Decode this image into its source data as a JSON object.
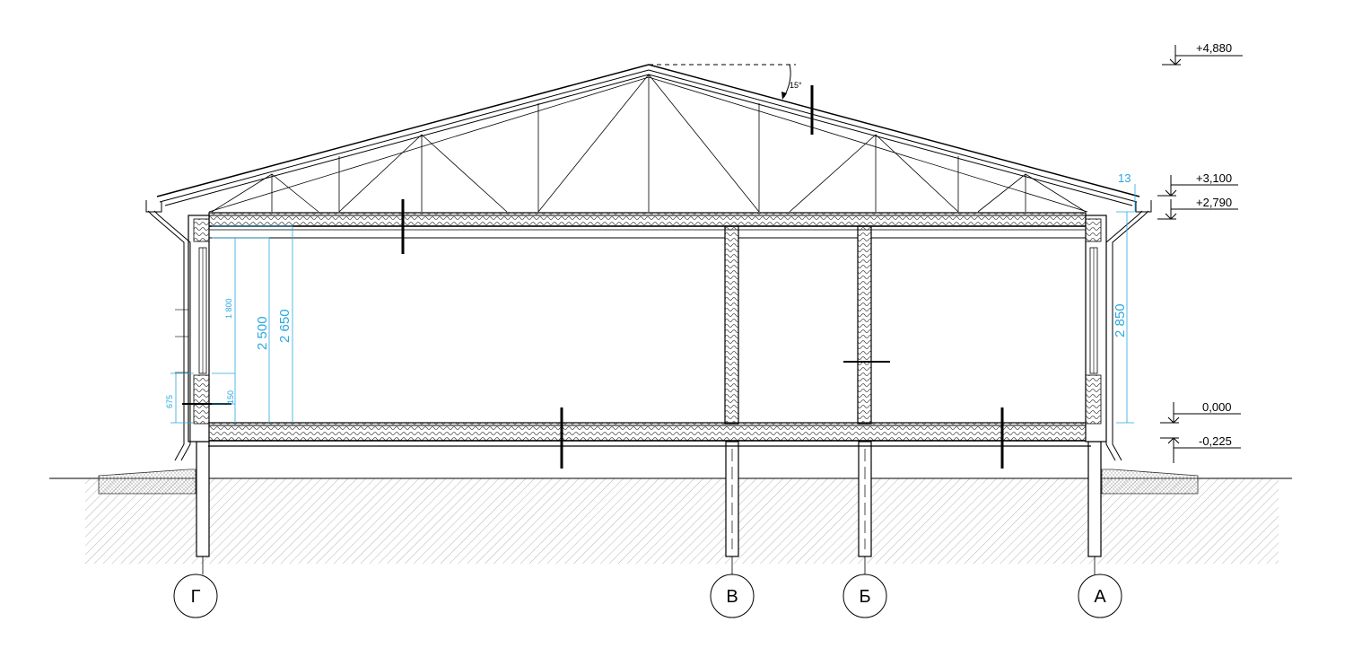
{
  "levels": {
    "ridge": "+4,880",
    "eave_top": "+3,100",
    "ceiling": "+2,790",
    "floor": "0,000",
    "base": "-0,225"
  },
  "roof_angle": "15°",
  "dimensions": {
    "window_height": "1 800",
    "room_height_clear": "2 500",
    "room_height_total": "2 650",
    "sill_height": "675",
    "sill_gap": "150",
    "right_height": "2 850",
    "eave_offset": "13"
  },
  "axes": [
    "Г",
    "В",
    "Б",
    "А"
  ],
  "colors": {
    "line": "#000000",
    "dimension": "#29a8df",
    "hatch": "#b5b5b5"
  }
}
